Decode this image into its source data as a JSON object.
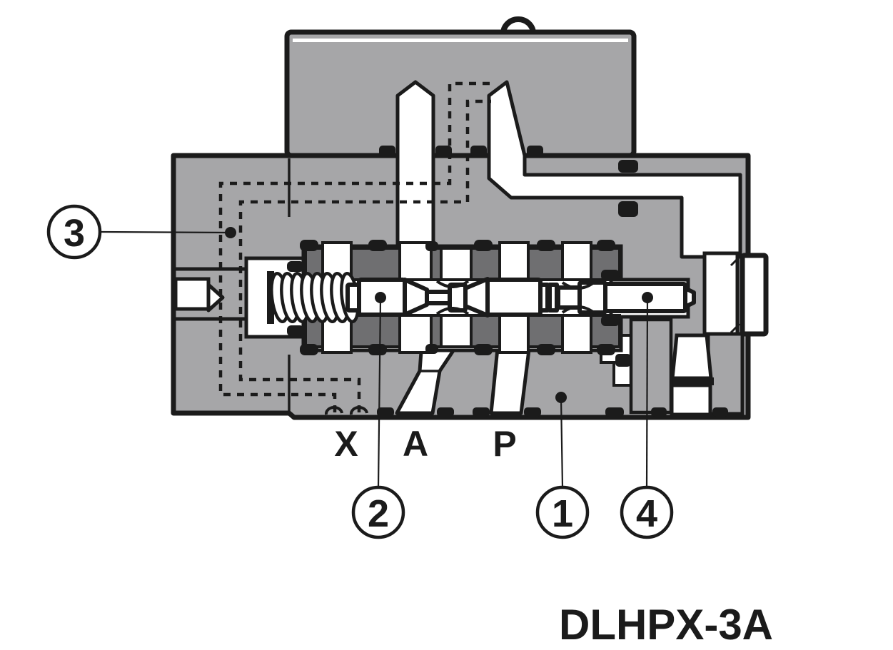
{
  "title": "DLHPX-3A",
  "ports": {
    "x": "X",
    "a": "A",
    "p": "P"
  },
  "callouts": {
    "n1": "1",
    "n2": "2",
    "n3": "3",
    "n4": "4"
  },
  "colors": {
    "housing_gray": "#a6a6a8",
    "sleeve_gray": "#6f6f71",
    "outline_black": "#1b1b1b",
    "passage_white": "#ffffff",
    "page_background": "#ffffff"
  }
}
